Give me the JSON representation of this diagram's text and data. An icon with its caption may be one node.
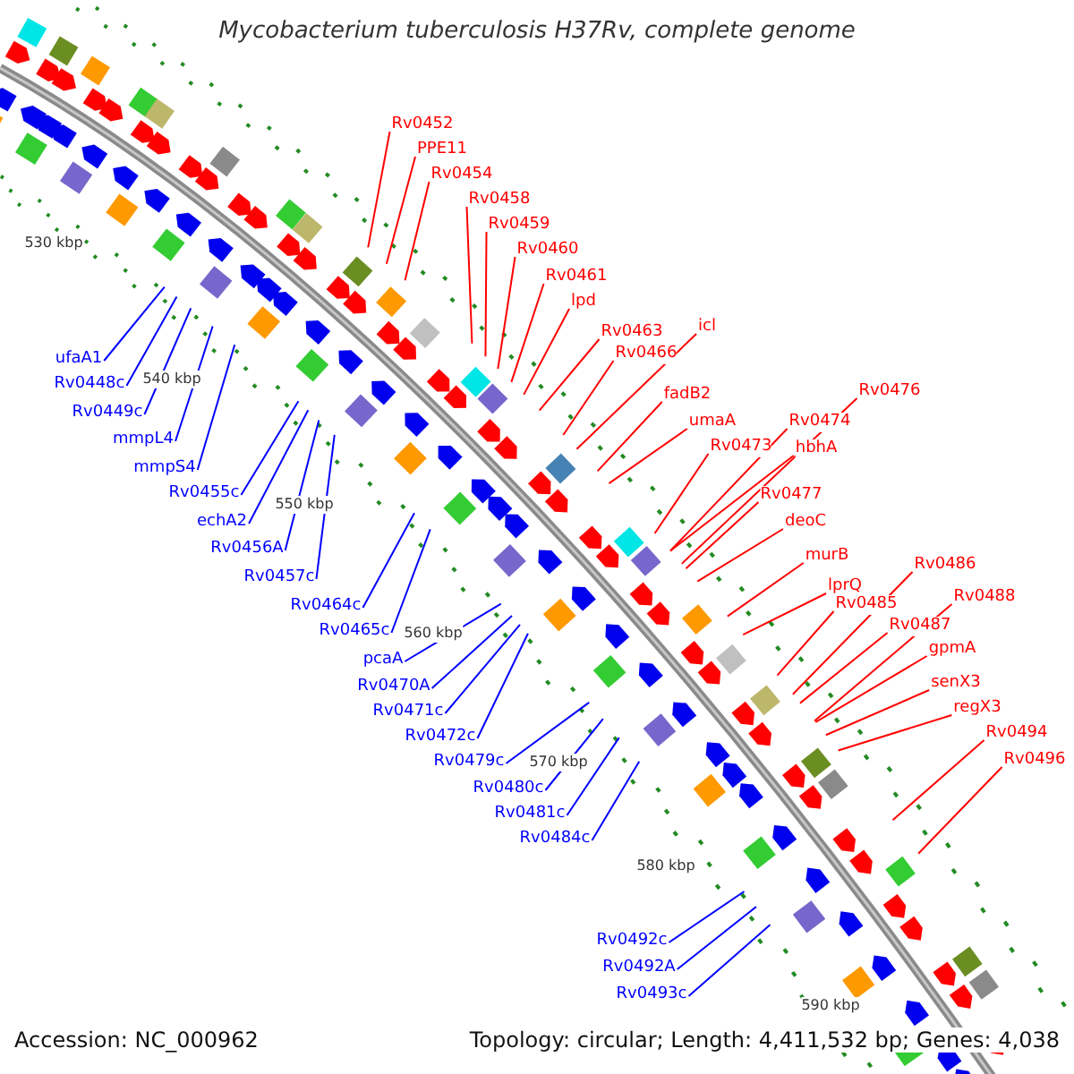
{
  "diagram": {
    "title": "Mycobacterium tuberculosis H37Rv, complete genome",
    "nodes": [
      {
        "text": [
          "Rv0452"
        ]
      },
      {
        "text": [
          "PPE11"
        ]
      },
      {
        "text": [
          "Rv0454"
        ]
      },
      {
        "text": [
          "Rv0458"
        ]
      },
      {
        "text": [
          "Rv0459"
        ]
      },
      {
        "text": [
          "Rv0460"
        ]
      },
      {
        "text": [
          "Rv0461"
        ]
      },
      {
        "text": [
          "lpd"
        ]
      },
      {
        "text": [
          "Rv0463"
        ]
      },
      {
        "text": [
          "icl"
        ]
      },
      {
        "text": [
          "Rv0466"
        ]
      },
      {
        "text": [
          "fadB2"
        ]
      },
      {
        "text": [
          "umaA"
        ]
      },
      {
        "text": [
          "Rv0473"
        ]
      },
      {
        "text": [
          "Rv0474"
        ]
      },
      {
        "text": [
          "Rv0476"
        ]
      },
      {
        "text": [
          "hbhA"
        ]
      },
      {
        "text": [
          "Rv0477"
        ]
      },
      {
        "text": [
          "deoC"
        ]
      },
      {
        "text": [
          "murB"
        ]
      },
      {
        "text": [
          "lprQ"
        ]
      },
      {
        "text": [
          "Rv0485"
        ]
      },
      {
        "text": [
          "Rv0486"
        ]
      },
      {
        "text": [
          "Rv0488"
        ]
      },
      {
        "text": [
          "Rv0487"
        ]
      },
      {
        "text": [
          "gpmA"
        ]
      },
      {
        "text": [
          "senX3"
        ]
      },
      {
        "text": [
          "regX3"
        ]
      },
      {
        "text": [
          "Rv0494"
        ]
      },
      {
        "text": [
          "Rv0496"
        ]
      },
      {
        "text": [
          "ufaA1"
        ]
      },
      {
        "text": [
          "Rv0448c"
        ]
      },
      {
        "text": [
          "Rv0449c"
        ]
      },
      {
        "text": [
          "mmpL4"
        ]
      },
      {
        "text": [
          "mmpS4"
        ]
      },
      {
        "text": [
          "Rv0455c"
        ]
      },
      {
        "text": [
          "echA2"
        ]
      },
      {
        "text": [
          "Rv0456A"
        ]
      },
      {
        "text": [
          "Rv0457c"
        ]
      },
      {
        "text": [
          "Rv0464c"
        ]
      },
      {
        "text": [
          "Rv0465c"
        ]
      },
      {
        "text": [
          "pcaA"
        ]
      },
      {
        "text": [
          "Rv0470A"
        ]
      },
      {
        "text": [
          "Rv0471c"
        ]
      },
      {
        "text": [
          "Rv0472c"
        ]
      },
      {
        "text": [
          "Rv0479c"
        ]
      },
      {
        "text": [
          "Rv0480c"
        ]
      },
      {
        "text": [
          "Rv0481c"
        ]
      },
      {
        "text": [
          "Rv0484c"
        ]
      },
      {
        "text": [
          "Rv0492c"
        ]
      },
      {
        "text": [
          "Rv0492A"
        ]
      },
      {
        "text": [
          "Rv0493c"
        ]
      }
    ],
    "edges": [
      {
        "from": 0,
        "to": null,
        "arrow": "none"
      },
      {
        "from": 1,
        "to": null,
        "arrow": "none"
      },
      {
        "from": 2,
        "to": null,
        "arrow": "none"
      },
      {
        "from": 3,
        "to": null,
        "arrow": "none"
      },
      {
        "from": 4,
        "to": null,
        "arrow": "none"
      },
      {
        "from": 5,
        "to": null,
        "arrow": "none"
      },
      {
        "from": 6,
        "to": null,
        "arrow": "none"
      },
      {
        "from": 7,
        "to": null,
        "arrow": "none"
      },
      {
        "from": 8,
        "to": null,
        "arrow": "none"
      },
      {
        "from": 9,
        "to": null,
        "arrow": "none"
      },
      {
        "from": 10,
        "to": null,
        "arrow": "none"
      },
      {
        "from": 11,
        "to": null,
        "arrow": "none"
      },
      {
        "from": 12,
        "to": null,
        "arrow": "none"
      },
      {
        "from": 13,
        "to": null,
        "arrow": "none"
      },
      {
        "from": 14,
        "to": null,
        "arrow": "none"
      },
      {
        "from": 15,
        "to": null,
        "arrow": "none"
      },
      {
        "from": 16,
        "to": null,
        "arrow": "none"
      },
      {
        "from": 17,
        "to": null,
        "arrow": "none"
      },
      {
        "from": 18,
        "to": null,
        "arrow": "none"
      },
      {
        "from": 19,
        "to": null,
        "arrow": "none"
      },
      {
        "from": 20,
        "to": null,
        "arrow": "none"
      },
      {
        "from": 21,
        "to": null,
        "arrow": "none"
      },
      {
        "from": 22,
        "to": null,
        "arrow": "none"
      },
      {
        "from": 23,
        "to": null,
        "arrow": "none"
      },
      {
        "from": 24,
        "to": null,
        "arrow": "none"
      },
      {
        "from": 25,
        "to": null,
        "arrow": "none"
      },
      {
        "from": 26,
        "to": null,
        "arrow": "none"
      },
      {
        "from": 27,
        "to": null,
        "arrow": "none"
      },
      {
        "from": 28,
        "to": null,
        "arrow": "none"
      },
      {
        "from": 29,
        "to": null,
        "arrow": "none"
      },
      {
        "from": 30,
        "to": null,
        "arrow": "none",
        "color": "#0000ff"
      },
      {
        "from": 31,
        "to": null,
        "arrow": "none",
        "color": "#0000ff"
      },
      {
        "from": 32,
        "to": null,
        "arrow": "none",
        "color": "#0000ff"
      },
      {
        "from": 33,
        "to": null,
        "arrow": "none",
        "color": "#0000ff"
      },
      {
        "from": 34,
        "to": null,
        "arrow": "none",
        "color": "#0000ff"
      },
      {
        "from": 35,
        "to": null,
        "arrow": "none",
        "color": "#0000ff"
      },
      {
        "from": 36,
        "to": null,
        "arrow": "none",
        "color": "#0000ff"
      },
      {
        "from": 37,
        "to": null,
        "arrow": "none",
        "color": "#0000ff"
      },
      {
        "from": 38,
        "to": null,
        "arrow": "none",
        "color": "#0000ff"
      },
      {
        "from": 39,
        "to": null,
        "arrow": "none",
        "color": "#0000ff"
      },
      {
        "from": 40,
        "to": null,
        "arrow": "none",
        "color": "#0000ff"
      },
      {
        "from": 41,
        "to": null,
        "arrow": "none",
        "color": "#0000ff"
      },
      {
        "from": 42,
        "to": null,
        "arrow": "none",
        "color": "#0000ff"
      },
      {
        "from": 43,
        "to": null,
        "arrow": "none",
        "color": "#0000ff"
      },
      {
        "from": 44,
        "to": null,
        "arrow": "none",
        "color": "#0000ff"
      },
      {
        "from": 45,
        "to": null,
        "arrow": "none",
        "color": "#0000ff"
      },
      {
        "from": 46,
        "to": null,
        "arrow": "none",
        "color": "#0000ff"
      },
      {
        "from": 47,
        "to": null,
        "arrow": "none",
        "color": "#0000ff"
      },
      {
        "from": 48,
        "to": null,
        "arrow": "none",
        "color": "#0000ff"
      },
      {
        "from": 49,
        "to": null,
        "arrow": "none",
        "color": "#0000ff"
      },
      {
        "from": 50,
        "to": null,
        "arrow": "none",
        "color": "#0000ff"
      },
      {
        "from": 51,
        "to": null,
        "arrow": "none",
        "color": "#0000ff"
      }
    ],
    "labels": [
      "530 kbp",
      "540 kbp",
      "550 kbp",
      "560 kbp",
      "570 kbp",
      "580 kbp",
      "590 kbp",
      "Accession: NC_000962",
      "Topology: circular; Length: 4,411,532 bp; Genes: 4,038"
    ]
  }
}
